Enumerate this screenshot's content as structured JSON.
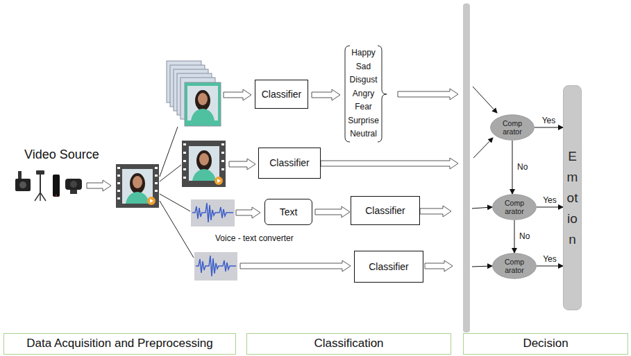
{
  "diagram": {
    "nodes": [
      {
        "text": [
          "Classifier"
        ]
      },
      {
        "text": [
          "Classifier"
        ]
      },
      {
        "text": [
          "Text"
        ]
      },
      {
        "text": [
          "Classifier"
        ]
      },
      {
        "text": [
          "Classifier"
        ]
      },
      {
        "text": [
          "Comp arator"
        ]
      },
      {
        "text": [
          "Comp arator"
        ]
      },
      {
        "text": [
          "Comp arator"
        ]
      },
      {
        "text": [
          "Emotion"
        ]
      },
      {
        "text": [
          "Data Acquisition and Preprocessing"
        ]
      },
      {
        "text": [
          "Classification"
        ]
      },
      {
        "text": [
          "Decision"
        ]
      }
    ],
    "edges": [
      {
        "from": 2,
        "to": 3,
        "arrow": "to"
      },
      {
        "from": 5,
        "to": 8,
        "label": "Yes",
        "arrow": "to"
      },
      {
        "from": 5,
        "to": 6,
        "label": "No",
        "arrow": "to"
      },
      {
        "from": 6,
        "to": 8,
        "label": "Yes",
        "arrow": "to"
      },
      {
        "from": 6,
        "to": 7,
        "label": "No",
        "arrow": "to"
      },
      {
        "from": 7,
        "to": 8,
        "label": "Yes",
        "arrow": "to"
      }
    ],
    "labels": [
      "Video Source",
      "Happy",
      "Sad",
      "Disgust",
      "Angry",
      "Fear",
      "Surprise",
      "Neutral",
      "Voice - text converter"
    ]
  }
}
